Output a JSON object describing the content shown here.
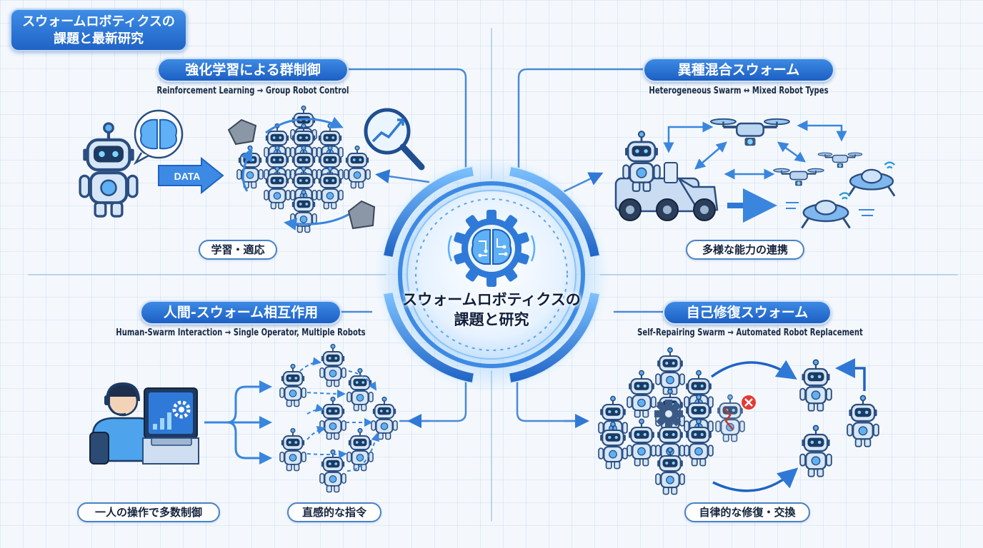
{
  "colors": {
    "primary": "#1f63c6",
    "accent": "#3d8ae4",
    "line": "#4a8ad8",
    "robot_body": "#d6e6f7",
    "robot_stroke": "#2a4e80",
    "glow": "#5ab0ff",
    "error": "#e53935"
  },
  "header": {
    "badge_line1": "スウォームロボティクスの",
    "badge_line2": "課題と最新研究"
  },
  "hub": {
    "label_line1": "スウォームロボティクスの",
    "label_line2": "課題と研究",
    "icon": "brain-gear-icon"
  },
  "panels": {
    "reinforcement": {
      "title": "強化学習による群制御",
      "subtitle": "Reinforcement Learning → Group Robot Control",
      "data_label": "DATA",
      "note": "学習・適応",
      "icons": [
        "robot-icon",
        "brain-icon",
        "magnifier-chart-icon",
        "obstacle-rock-icon"
      ]
    },
    "heterogeneous": {
      "title": "異種混合スウォーム",
      "subtitle": "Heterogeneous Swarm ↔ Mixed Robot Types",
      "note": "多様な能力の連携",
      "icons": [
        "rover-robot-icon",
        "drone-icon",
        "ground-drone-icon"
      ]
    },
    "human": {
      "title": "人間-スウォーム相互作用",
      "subtitle": "Human-Swarm Interaction → Single Operator, Multiple Robots",
      "notes": [
        "一人の操作で多数制御",
        "直感的な指令"
      ],
      "icons": [
        "operator-icon",
        "monitor-gear-icon",
        "robot-icon"
      ]
    },
    "selfrepair": {
      "title": "自己修復スウォーム",
      "subtitle": "Self-Repairing Swarm → Automated Robot Replacement",
      "note": "自律的な修復・交換",
      "icons": [
        "robot-icon",
        "broken-robot-icon",
        "error-x-icon",
        "repair-gear-icon"
      ]
    }
  }
}
